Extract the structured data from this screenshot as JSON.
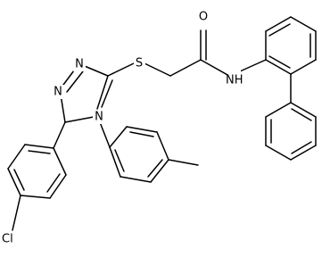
{
  "structure": {
    "atoms": {
      "n3": "N",
      "n2": "N",
      "n4": "N",
      "s": "S",
      "o": "O",
      "nh": "NH",
      "cl": "Cl"
    }
  }
}
